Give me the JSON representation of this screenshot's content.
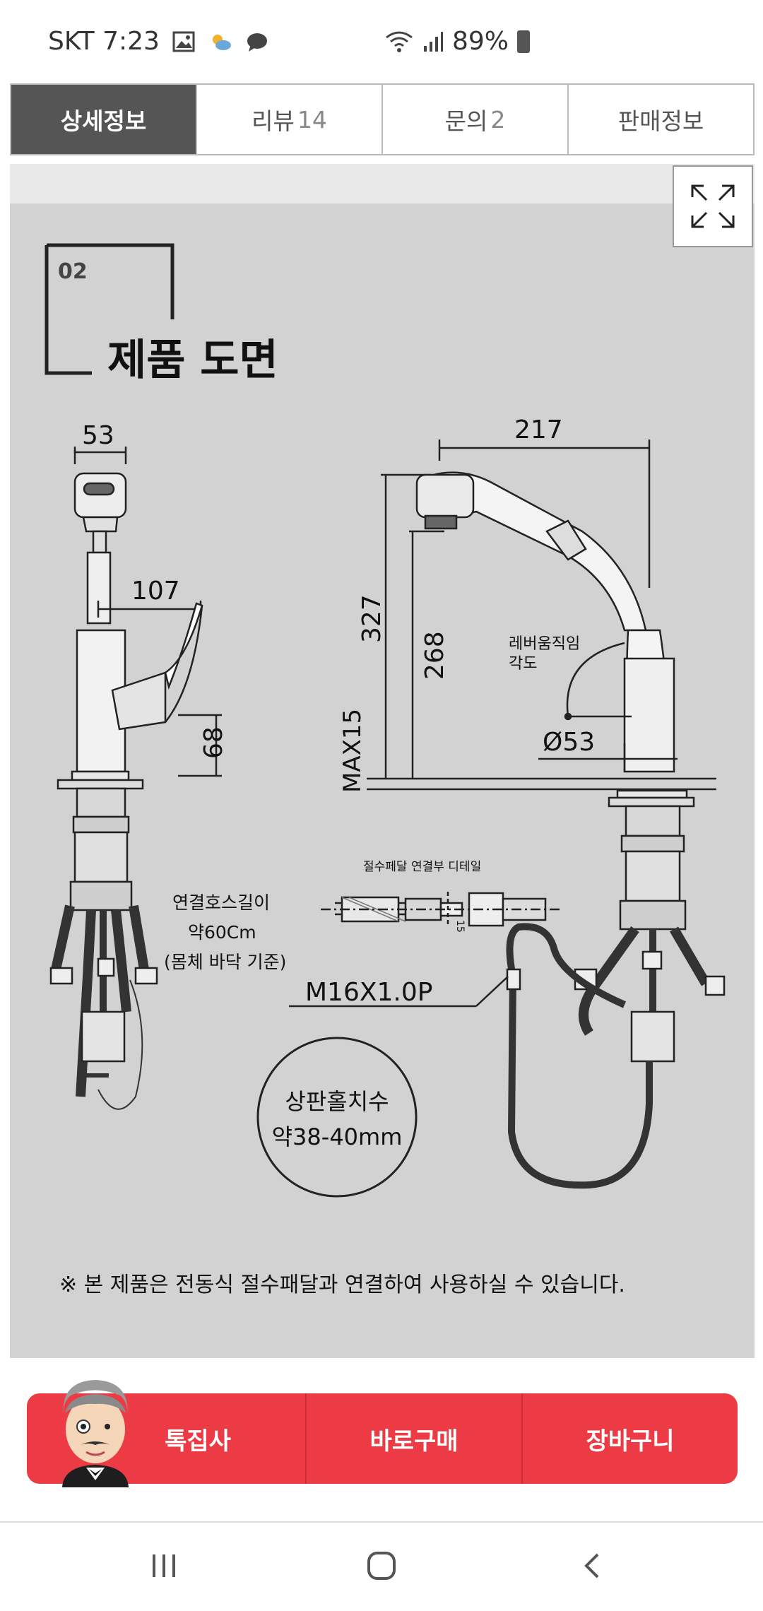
{
  "status_bar": {
    "carrier_time": "SKT 7:23",
    "battery": "89%",
    "icons": [
      "image-icon",
      "weather-icon",
      "chat-icon",
      "wifi-icon",
      "signal-icon",
      "battery-icon"
    ]
  },
  "tabs": [
    {
      "label": "상세정보",
      "count": ""
    },
    {
      "label": "리뷰",
      "count": "14"
    },
    {
      "label": "문의",
      "count": "2"
    },
    {
      "label": "판매정보",
      "count": ""
    }
  ],
  "drawing": {
    "section_number": "02",
    "section_title": "제품 도면",
    "dims": {
      "width_top": "53",
      "lever_len": "107",
      "base_h": "68",
      "spout_len": "217",
      "total_h": "327",
      "spout_h": "268",
      "max": "MAX15",
      "dia": "Ø53"
    },
    "lever_note_1": "레버움직임",
    "lever_note_2": "각도",
    "detail_title": "절수페달 연결부 디테일",
    "detail_dim": "15",
    "hose_note_1": "연결호스길이",
    "hose_note_2": "약60Cm",
    "hose_note_3": "(몸체 바닥 기준)",
    "thread": "M16X1.0P",
    "hole_title": "상판홀치수",
    "hole_size": "약38-40mm",
    "footnote": "※ 본 제품은 전동식 절수패달과 연결하여 사용하실 수 있습니다."
  },
  "bottom_bar": {
    "btn1": "톡집사",
    "btn2": "바로구매",
    "btn3": "장바구니",
    "accent": "#ec3b45"
  }
}
